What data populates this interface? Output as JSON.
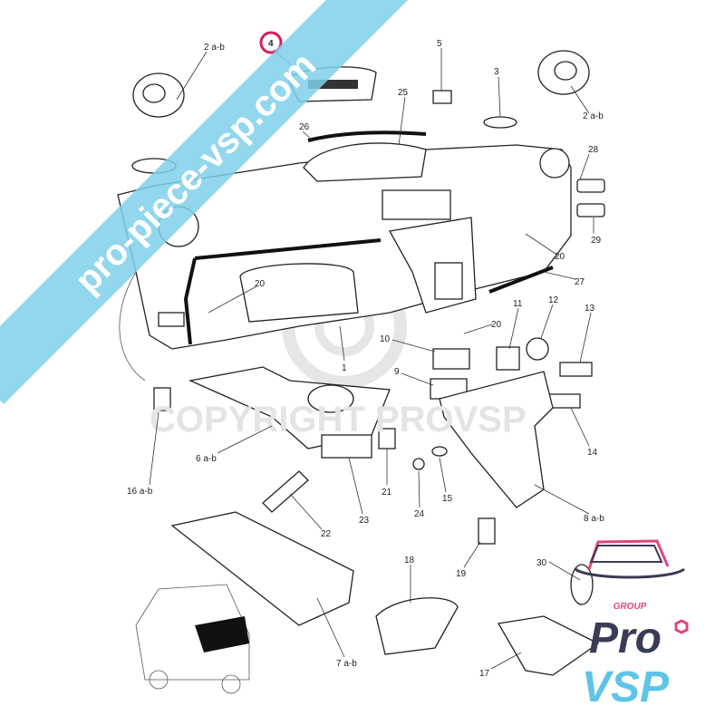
{
  "callouts": [
    {
      "text": "2 a-b"
    },
    {
      "text": "4"
    },
    {
      "text": "5"
    },
    {
      "text": "3"
    },
    {
      "text": "25"
    },
    {
      "text": "26"
    },
    {
      "text": "2 a-b"
    },
    {
      "text": "28"
    },
    {
      "text": "29"
    },
    {
      "text": "20"
    },
    {
      "text": "20"
    },
    {
      "text": "27"
    },
    {
      "text": "11"
    },
    {
      "text": "12"
    },
    {
      "text": "13"
    },
    {
      "text": "20"
    },
    {
      "text": "10"
    },
    {
      "text": "9"
    },
    {
      "text": "1"
    },
    {
      "text": "14"
    },
    {
      "text": "6 a-b"
    },
    {
      "text": "16 a-b"
    },
    {
      "text": "21"
    },
    {
      "text": "15"
    },
    {
      "text": "24"
    },
    {
      "text": "23"
    },
    {
      "text": "22"
    },
    {
      "text": "8 a-b"
    },
    {
      "text": "19"
    },
    {
      "text": "18"
    },
    {
      "text": "30"
    },
    {
      "text": "7 a-b"
    },
    {
      "text": "17"
    }
  ],
  "highlight_color": "#d81b60",
  "watermark": {
    "banner_text": "pro-piece-vsp.com",
    "banner_color": "#7fd0ea",
    "copyright_text": "COPYRIGHT PROVSP"
  },
  "logo": {
    "group": "GROUP",
    "pro": "Pro",
    "vsp": "VSP",
    "dark_color": "#3a3b55",
    "pink_color": "#e0457b",
    "blue_color": "#5ec4e8"
  }
}
